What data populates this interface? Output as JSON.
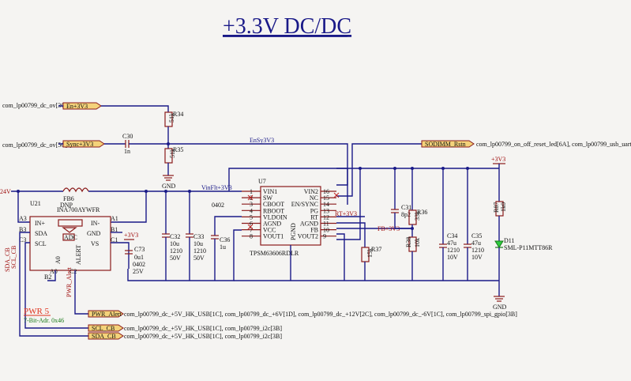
{
  "title": "+3.3V DC/DC",
  "net_labels": {
    "en_port": "En+3V3",
    "sync_port": "Sync+3V3",
    "sodimm_port": "SODIMM_Rstn",
    "pwr_alert_port": "PWR_Alert",
    "scl_port": "SCL_CB",
    "sda_port": "SDA_CB",
    "ensy": "EnSy3V3",
    "vin_flt": "VinFlt+3V3",
    "rt": "RT+3V3",
    "fb": "FB+3V3",
    "supply_24v": "24V",
    "rail_3v3_a": "+3V3",
    "rail_3v3_b": "+3V3",
    "gnd_1": "GND",
    "gnd_2": "GND",
    "sda_cb_v": "SDA_CB",
    "scl_cb_v": "SCL_CB",
    "pwr_alert_v": "PWR_Alert"
  },
  "cross_refs": {
    "en": "com_lp00799_dc_ov[3C]",
    "sync": "com_lp00799_dc_ov[5C]",
    "sodimm": "com_lp00799_on_off_reset_led[6A], com_lp00799_usb_uart[5B]",
    "pwr_alert": "com_lp00799_dc_+5V_HK_USB[1C], com_lp00799_dc_+6V[1D], com_lp00799_dc_+12V[2C], com_lp00799_dc_-6V[1C], com_lp00799_spi_gpio[3B]",
    "scl": "com_lp00799_dc_+5V_HK_USB[1C], com_lp00799_i2c[3B]",
    "sda": "com_lp00799_dc_+5V_HK_USB[1C], com_lp00799_i2c[3B]"
  },
  "components": {
    "r34": {
      "ref": "R34",
      "value": "51k"
    },
    "r35": {
      "ref": "R35",
      "value": "51k"
    },
    "c30": {
      "ref": "C30",
      "value": "1n"
    },
    "fb6": {
      "ref": "FB6",
      "value": "DNP"
    },
    "u21": {
      "ref": "U21",
      "part": "INA700AYWFR"
    },
    "c73": {
      "ref": "C73",
      "value": "0u1",
      "pkg": "0402",
      "rating": "25V"
    },
    "c32": {
      "ref": "C32",
      "value": "10u",
      "pkg": "1210",
      "rating": "50V"
    },
    "c33": {
      "ref": "C33",
      "value": "10u",
      "pkg": "1210",
      "rating": "50V"
    },
    "c36": {
      "ref": "C36",
      "value": "1u",
      "pkg": "0402"
    },
    "u7": {
      "ref": "U7",
      "part": "TPSM63606RDLR",
      "pgnd": "PGND"
    },
    "c31": {
      "ref": "C31",
      "value": "8p2"
    },
    "r36": {
      "ref": "R36",
      "value": "33k"
    },
    "r37": {
      "ref": "R37",
      "value": "15k"
    },
    "r38": {
      "ref": "R38",
      "value": "10k"
    },
    "c34": {
      "ref": "C34",
      "value": "47u",
      "pkg": "1210",
      "rating": "10V"
    },
    "c35": {
      "ref": "C35",
      "value": "47u",
      "pkg": "1210",
      "rating": "10V"
    },
    "r87": {
      "ref": "R87",
      "value": "1k0"
    },
    "d11": {
      "ref": "D11",
      "part": "SML-P11MTT86R"
    }
  },
  "u21_pins": {
    "a3": "A3",
    "b3": "B3",
    "c3": "C3",
    "a1": "A1",
    "b1": "B1",
    "c1": "C1",
    "a0": "A0",
    "b2": "B2",
    "c2": "C2",
    "in_p": "IN+",
    "in_n": "IN-",
    "sda": "SDA",
    "scl": "SCL",
    "gnd": "GND",
    "vs": "VS",
    "alert": "ALERT",
    "adc": "ADC",
    "a0_label": "A0"
  },
  "u7_left_pins": [
    {
      "num": "1",
      "name": "VIN1"
    },
    {
      "num": "2",
      "name": "SW"
    },
    {
      "num": "3",
      "name": "CBOOT"
    },
    {
      "num": "4",
      "name": "RBOOT"
    },
    {
      "num": "5",
      "name": "VLDOIN"
    },
    {
      "num": "6",
      "name": "AGND"
    },
    {
      "num": "7",
      "name": "VCC"
    },
    {
      "num": "8",
      "name": "VOUT1"
    }
  ],
  "u7_right_pins": [
    {
      "num": "16",
      "name": "VIN2"
    },
    {
      "num": "15",
      "name": "NC"
    },
    {
      "num": "14",
      "name": "EN/SYNC"
    },
    {
      "num": "13",
      "name": "PG"
    },
    {
      "num": "12",
      "name": "RT"
    },
    {
      "num": "11",
      "name": "AGND"
    },
    {
      "num": "10",
      "name": "FB"
    },
    {
      "num": "9",
      "name": "VOUT2"
    }
  ],
  "note": {
    "title": "PWR 5",
    "addr": "7-Bit-Adr. 0x46"
  },
  "colors": {
    "wire": "#1a1a88",
    "part": "#8a1a1a",
    "background": "#f5f4f2",
    "power_label": "#a01010",
    "note_title": "#e0301a",
    "note_sub": "#1a7a1a",
    "port_fill": "#f4d27a",
    "led": "#2ecc40"
  }
}
